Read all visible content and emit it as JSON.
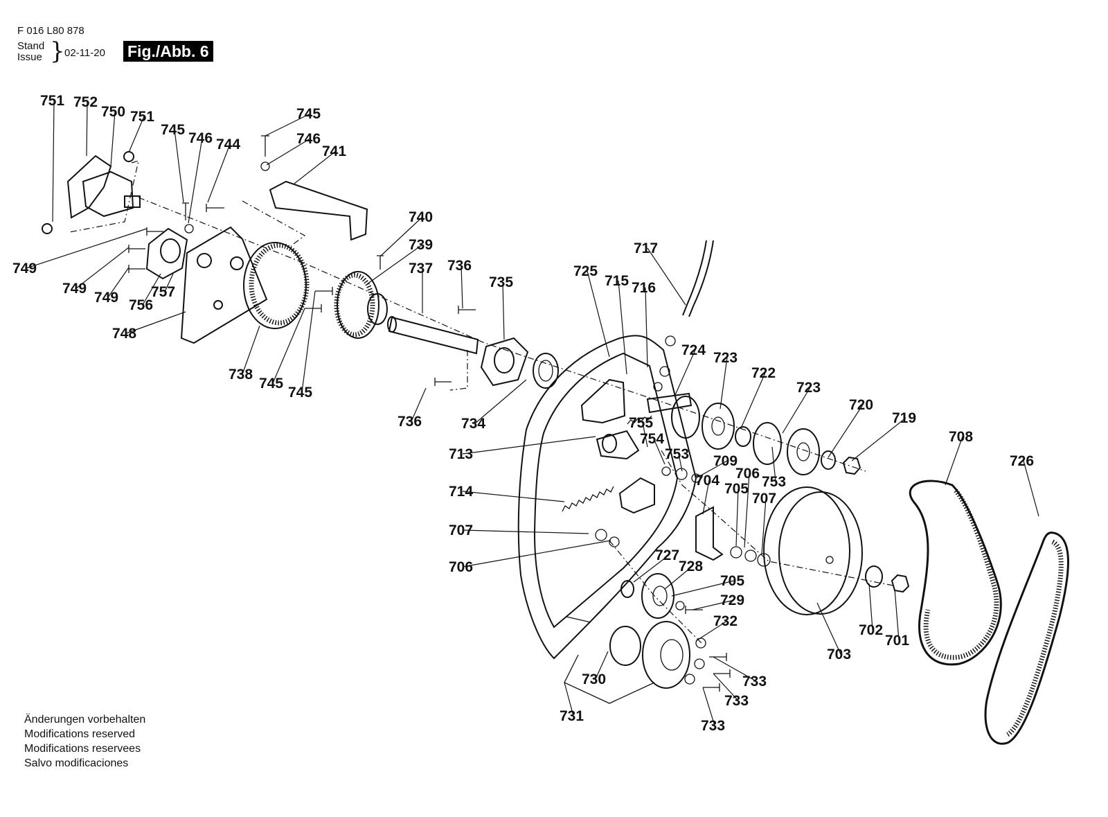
{
  "header": {
    "doc_number": "F 016 L80 878",
    "stand_label": "Stand",
    "issue_label": "Issue",
    "issue_date": "02-11-20",
    "figure_label": "Fig./Abb. 6"
  },
  "footer": {
    "lines": [
      "Änderungen vorbehalten",
      "Modifications reserved",
      "Modifications reservees",
      "Salvo modificaciones"
    ]
  },
  "callouts": [
    "751",
    "752",
    "750",
    "751",
    "745",
    "746",
    "744",
    "745",
    "746",
    "741",
    "749",
    "749",
    "749",
    "756",
    "757",
    "748",
    "738",
    "745",
    "745",
    "740",
    "739",
    "737",
    "736",
    "735",
    "736",
    "734",
    "717",
    "725",
    "715",
    "716",
    "724",
    "723",
    "722",
    "723",
    "720",
    "719",
    "708",
    "726",
    "713",
    "755",
    "754",
    "753",
    "709",
    "704",
    "706",
    "753",
    "705",
    "707",
    "714",
    "707",
    "706",
    "727",
    "728",
    "705",
    "729",
    "732",
    "730",
    "731",
    "733",
    "733",
    "733",
    "703",
    "702",
    "701"
  ]
}
